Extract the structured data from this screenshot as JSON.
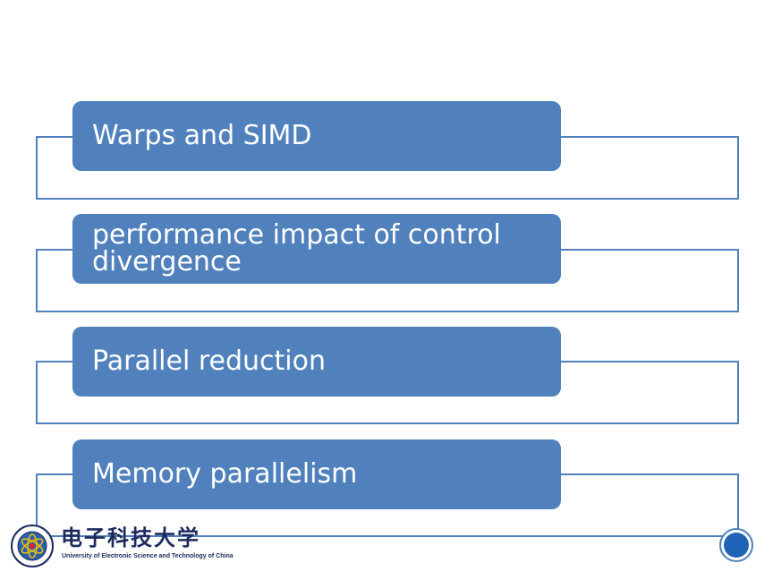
{
  "slide": {
    "items": [
      {
        "label": "Warps and SIMD"
      },
      {
        "label": "performance impact of control divergence"
      },
      {
        "label": "Parallel reduction"
      },
      {
        "label": "Memory parallelism"
      }
    ]
  },
  "logo": {
    "icon": "university-seal-icon",
    "name_cn": "电子科技大学",
    "name_en": "University of Electronic Science and Technology of China"
  },
  "colors": {
    "accent": "#5081bd",
    "logo_text": "#1c2a5e",
    "background": "#ffffff"
  }
}
